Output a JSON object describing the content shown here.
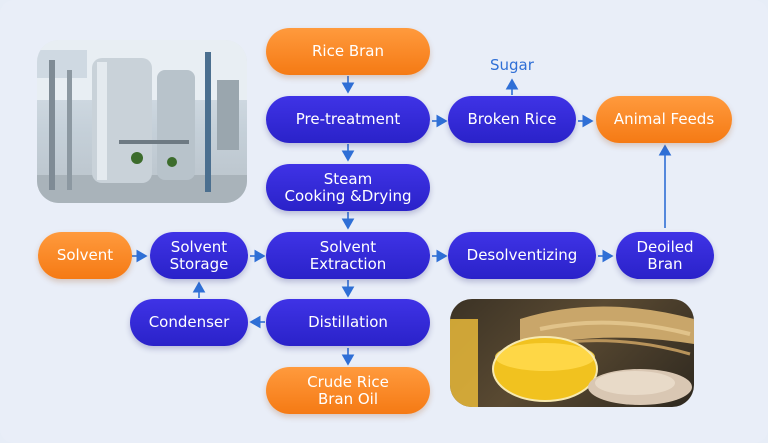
{
  "nodes": {
    "rice_bran": "Rice Bran",
    "pre_treatment": "Pre-treatment",
    "steam_cooking": "Steam\nCooking &Drying",
    "solvent": "Solvent",
    "solvent_storage": "Solvent\nStorage",
    "solvent_extraction": "Solvent\nExtraction",
    "condenser": "Condenser",
    "distillation": "Distillation",
    "crude_oil": "Crude Rice\nBran Oil",
    "broken_rice": "Broken Rice",
    "sugar": "Sugar",
    "animal_feeds": "Animal Feeds",
    "desolventizing": "Desolventizing",
    "deoiled_bran": "Deoiled\nBran"
  },
  "colors": {
    "process_blue": "#2f27d6",
    "product_orange": "#f7851f",
    "arrow_blue": "#2f6fd6",
    "background": "#e9eef8"
  }
}
